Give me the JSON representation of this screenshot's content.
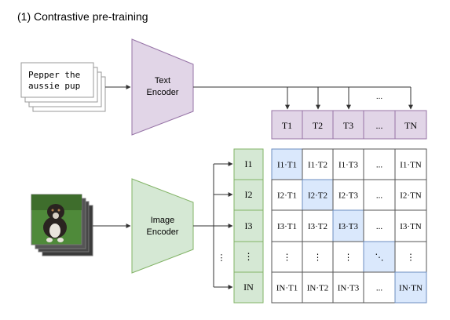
{
  "title": "(1) Contrastive pre-training",
  "input_text": [
    "Pepper the",
    "aussie pup"
  ],
  "text_encoder": [
    "Text",
    "Encoder"
  ],
  "image_encoder": [
    "Image",
    "Encoder"
  ],
  "text_features": [
    "T1",
    "T2",
    "T3",
    "...",
    "TN"
  ],
  "image_features": [
    "I1",
    "I2",
    "I3",
    "⋮",
    "IN"
  ],
  "ellipsis_top": "...",
  "ellipsis_left": "⋮",
  "matrix": [
    [
      "I1·T1",
      "I1·T2",
      "I1·T3",
      "...",
      "I1·TN"
    ],
    [
      "I2·T1",
      "I2·T2",
      "I2·T3",
      "...",
      "I2·TN"
    ],
    [
      "I3·T1",
      "I3·T2",
      "I3·T3",
      "...",
      "I3·TN"
    ],
    [
      "⋮",
      "⋮",
      "⋮",
      "⋱",
      "⋮"
    ],
    [
      "IN·T1",
      "IN·T2",
      "IN·T3",
      "...",
      "IN·TN"
    ]
  ],
  "colors": {
    "text_encoder_fill": "#e1d5e7",
    "text_encoder_stroke": "#9673a6",
    "image_encoder_fill": "#d5e8d4",
    "image_encoder_stroke": "#82b366",
    "diagonal_fill": "#dae8fc",
    "diagonal_stroke": "#6c8ebf",
    "grass": "#4f8a3a",
    "dog_dark": "#2a2320"
  }
}
